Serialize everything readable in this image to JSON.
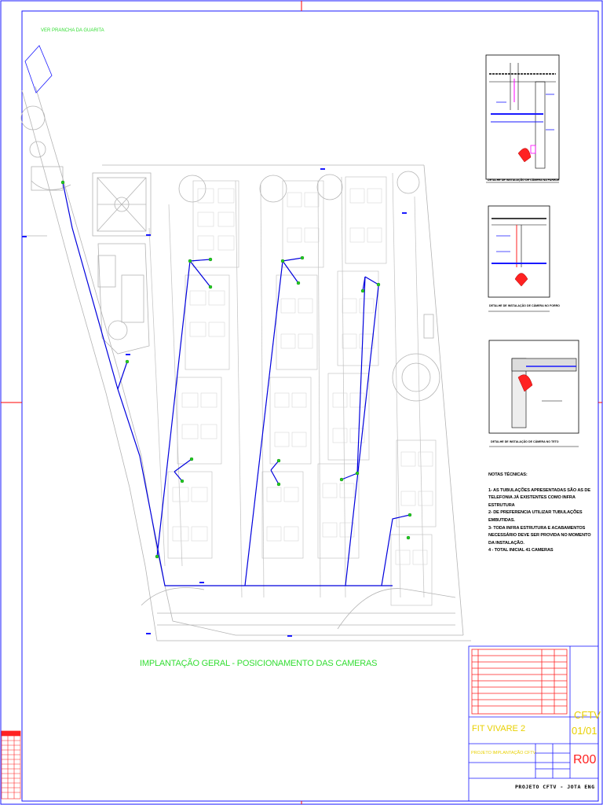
{
  "sheet": {
    "reference_label": "VER PRANCHA DA GUARITA",
    "drawing_title": "IMPLANTAÇÃO GERAL - POSICIONAMENTO DAS CAMERAS"
  },
  "details": [
    {
      "caption": "DETALHE DE INSTALAÇÃO DE CÂMERA NA PAREDE"
    },
    {
      "caption": "DETALHE DE INSTALAÇÃO DE CÂMERA NO FORRO"
    },
    {
      "caption": "DETALHE DE INSTALAÇÃO DE CÂMERA NO TETO"
    }
  ],
  "notes": {
    "title": "NOTAS TÉCNICAS:",
    "items": [
      "1- AS TUBULAÇÕES APRESENTADAS SÃO AS DE TELEFONIA JÁ EXISTENTES COMO INFRA ESTRUTURA",
      "2- DE PREFERENCIA UTILIZAR TUBULAÇÕES EMBUTIDAS.",
      "3- TODA INFRA ESTRUTURA E ACABAMENTOS NECESSÁRIO DEVE SER PROVIDA NO MOMENTO DA INSTALAÇÃO.",
      "4 - TOTAL INICIAL 41 CAMERAS"
    ]
  },
  "title_block": {
    "discipline": "CFTV",
    "sheet_number": "01/01",
    "project_name": "FIT VIVARE 2",
    "project_subtitle": "PROJETO IMPLANTAÇÃO CFTV",
    "revision": "R00",
    "footer": "PROJETO CFTV - JOTA ENG"
  },
  "colors": {
    "border": "#1a1aff",
    "conduit": "#0000dd",
    "camera": "#22cc22",
    "grid_marker": "#ff0000",
    "site_linework": "#b4b4b4",
    "title_text": "#33dd33",
    "revision_table": "#ff2222",
    "title_block_text": "#e8d000"
  }
}
